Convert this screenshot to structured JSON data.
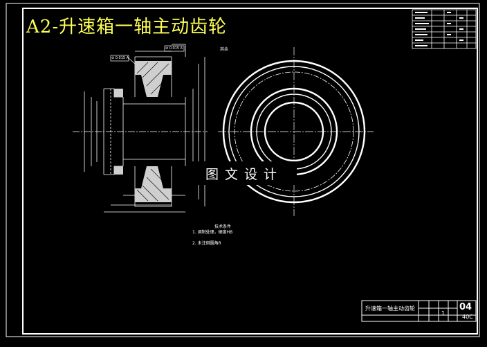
{
  "drawing": {
    "title": "A2-升速箱一轴主动齿轮",
    "watermark": "图文设计",
    "roughness_note": "其余",
    "dimension_tags": {
      "left_tag": "⊘ 0.015 A",
      "top_tag": "⊘ 0.015 A"
    },
    "tech_requirements": {
      "heading": "技术条件",
      "line1": "1. 调制处理，硬度HB",
      "line2": "2. 未注倒圆角R"
    },
    "title_block": {
      "part_name": "升速箱一轴主动齿轮",
      "drawing_code": "04",
      "quantity": "1",
      "material": "40C"
    }
  }
}
